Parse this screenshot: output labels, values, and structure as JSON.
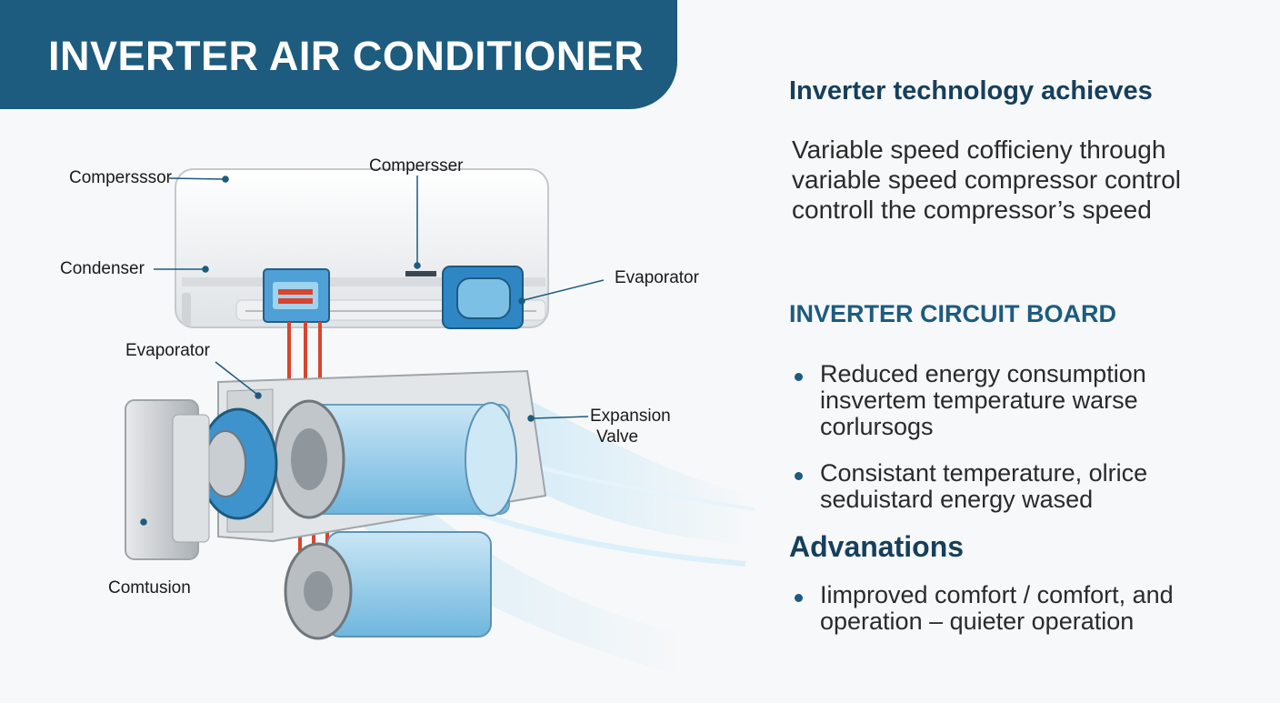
{
  "title": "INVERTER AIR CONDITIONER",
  "diagram": {
    "labels": {
      "compressor_left": "Compersssor",
      "compressor_top": "Compersser",
      "condenser": "Condenser",
      "evaporator_right": "Evaporator",
      "evaporator_left": "Evaporator",
      "expansion_valve_line1": "Expansion",
      "expansion_valve_line2": "Valve",
      "combustion": "Comtusion"
    },
    "colors": {
      "accent_blue": "#1d5b7f",
      "component_blue": "#3d8fc4",
      "pipe_red": "#d9452e",
      "airflow": "#9fd3ee"
    }
  },
  "panel": {
    "heading1": "Inverter technology achieves",
    "paragraph_lines": [
      "Variable speed cofficieny through",
      "variable speed compressor control",
      "controll the compressor’s speed"
    ],
    "heading2": "INVERTER CIRCUIT BOARD",
    "bullets": [
      {
        "lines": [
          "Reduced energy consumption",
          "insvertem temperature warse",
          "corlursogs"
        ]
      },
      {
        "lines": [
          "Consistant temperature, olrice",
          "seduistard energy wased"
        ]
      }
    ],
    "heading3": "Advanations",
    "bullets2": [
      {
        "lines": [
          "Iimproved comfort / comfort, and",
          "operation – quieter operation"
        ]
      }
    ]
  }
}
